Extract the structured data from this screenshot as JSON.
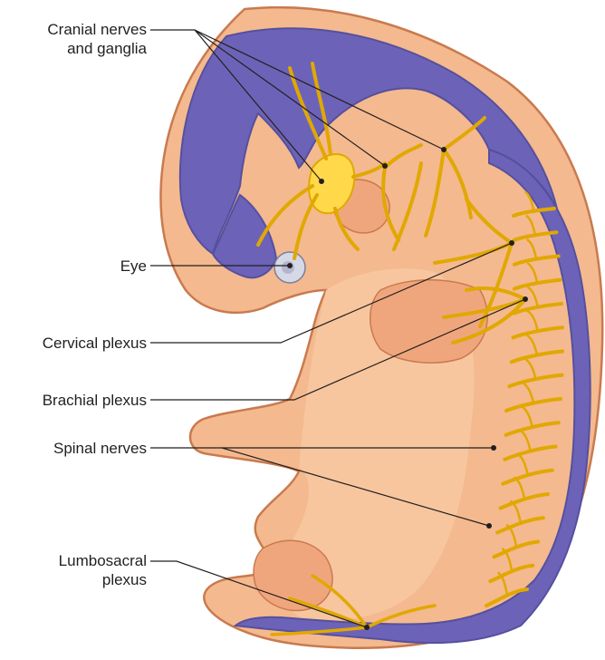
{
  "labels": {
    "cranial_line1": "Cranial nerves",
    "cranial_line2": "and ganglia",
    "eye": "Eye",
    "cervical": "Cervical plexus",
    "brachial": "Brachial plexus",
    "spinal": "Spinal nerves",
    "lumbosacral_line1": "Lumbosacral",
    "lumbosacral_line2": "plexus"
  },
  "colors": {
    "skin": "#f4b98e",
    "skin_light": "#f9d2b2",
    "outline": "#c97a4e",
    "neural": "#6c63b8",
    "neural_dark": "#55509e",
    "nerve": "#ffd94a",
    "nerve_stroke": "#e0a800",
    "eye": "#d5d8e6"
  }
}
